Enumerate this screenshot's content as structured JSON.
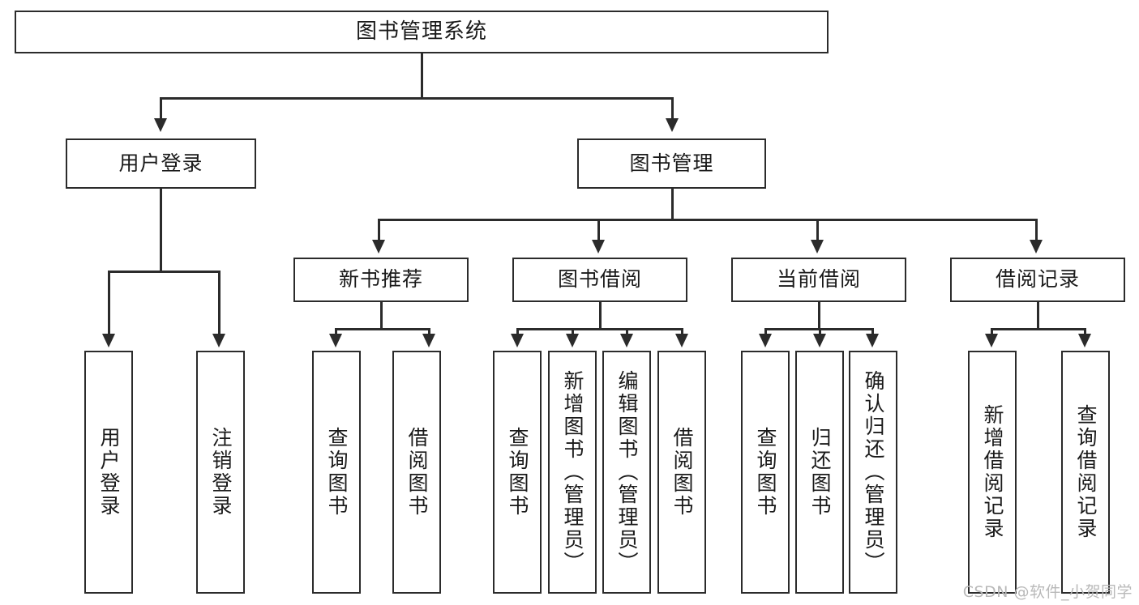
{
  "diagram": {
    "type": "tree",
    "title": "图书管理系统",
    "root": {
      "label": "图书管理系统"
    },
    "level2": [
      {
        "label": "用户登录"
      },
      {
        "label": "图书管理"
      }
    ],
    "level3": [
      {
        "label": "新书推荐"
      },
      {
        "label": "图书借阅"
      },
      {
        "label": "当前借阅"
      },
      {
        "label": "借阅记录"
      }
    ],
    "leaves": {
      "user_login": [
        {
          "label": "用户登录"
        },
        {
          "label": "注销登录"
        }
      ],
      "new_book": [
        {
          "label": "查询图书"
        },
        {
          "label": "借阅图书"
        }
      ],
      "book_borrow": [
        {
          "label": "查询图书"
        },
        {
          "label": "新增图书（管理员）"
        },
        {
          "label": "编辑图书（管理员）"
        },
        {
          "label": "借阅图书"
        }
      ],
      "current_borrow": [
        {
          "label": "查询图书"
        },
        {
          "label": "归还图书"
        },
        {
          "label": "确认归还（管理员）"
        }
      ],
      "borrow_record": [
        {
          "label": "新增借阅记录"
        },
        {
          "label": "查询借阅记录"
        }
      ]
    }
  },
  "watermark": {
    "text": "CSDN @软件_小贺同学"
  },
  "colors": {
    "stroke": "#2b2b2b",
    "fill": "#ffffff",
    "text": "#1a1a1a",
    "watermark": "#b9b9b9"
  }
}
